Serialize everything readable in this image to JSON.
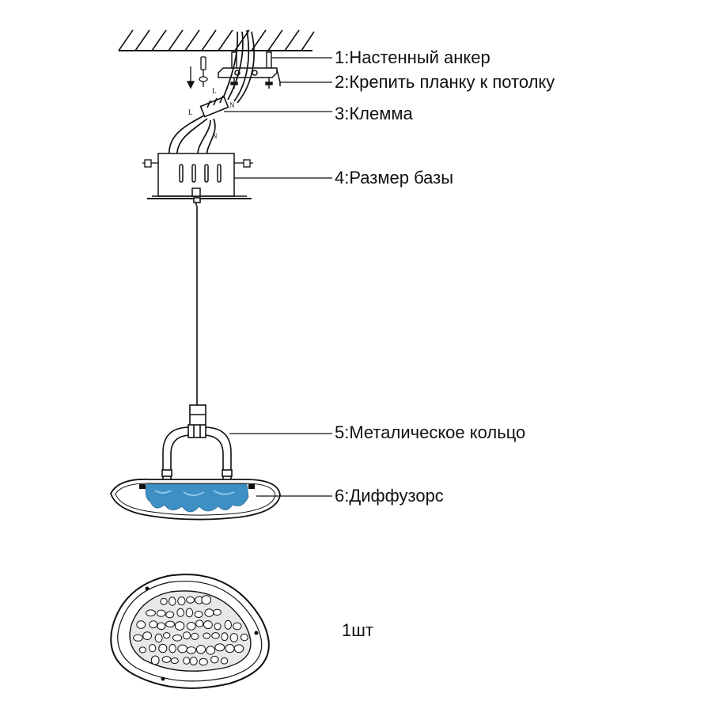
{
  "labels": [
    {
      "id": "anchor",
      "text": "1:Настенный анкер"
    },
    {
      "id": "plate",
      "text": "2:Крепить планку к потолку"
    },
    {
      "id": "terminal",
      "text": "3:Клемма"
    },
    {
      "id": "base",
      "text": "4:Размер базы"
    },
    {
      "id": "ring",
      "text": "5:Металическое кольцо"
    },
    {
      "id": "diffuser",
      "text": "6:Диффузорс"
    }
  ],
  "quantity": "1шт",
  "wire_marks": {
    "live": "L",
    "neutral": "N"
  },
  "colors": {
    "line": "#111111",
    "crystal": "#3d8fc4",
    "crystal_light": "#8cc4e6"
  }
}
